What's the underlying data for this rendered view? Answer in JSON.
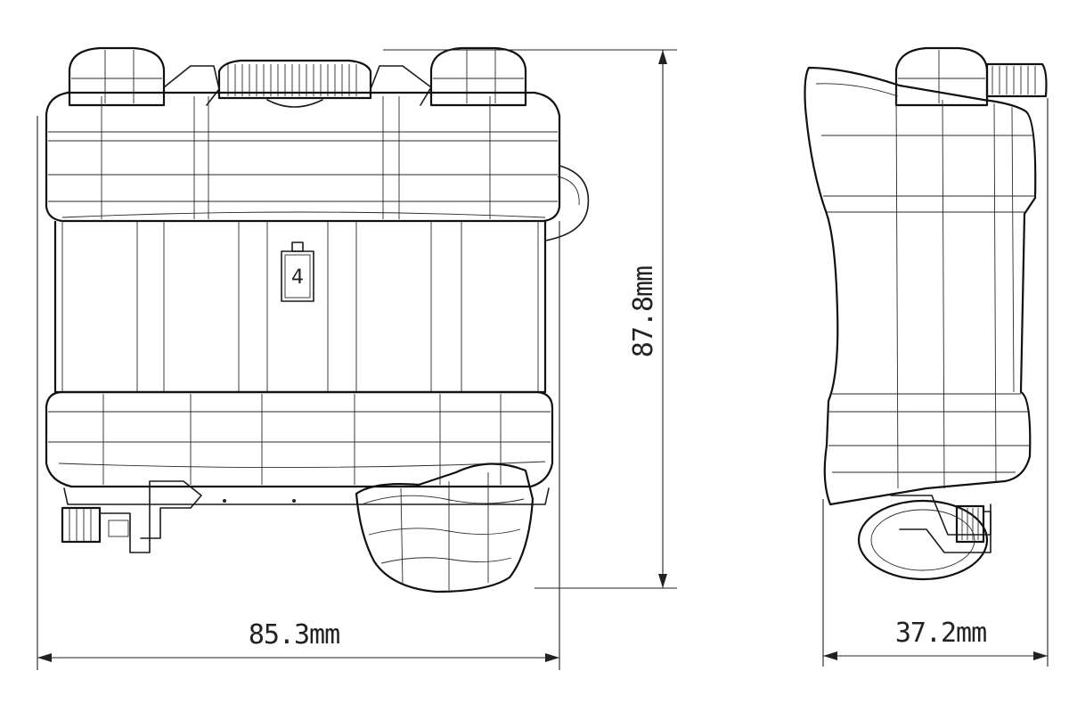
{
  "dimensions": {
    "width_front": "85.3mm",
    "height": "87.8mm",
    "depth_side": "37.2mm"
  },
  "battery_icon": {
    "label": "4"
  },
  "colors": {
    "line": "#1a1a1a",
    "background": "#ffffff"
  }
}
